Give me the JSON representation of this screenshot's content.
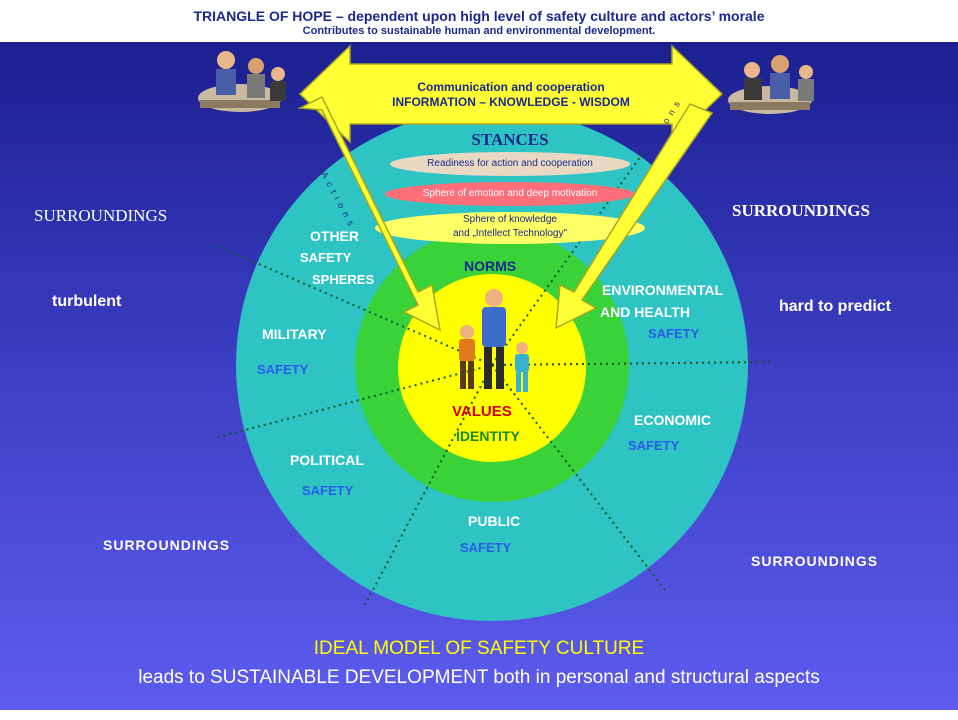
{
  "header": {
    "title": "TRIANGLE OF HOPE – dependent upon high level of safety culture and actors’ morale",
    "subtitle": "Contributes to sustainable human and environmental development."
  },
  "arrow": {
    "line1": "Communication and cooperation",
    "line2": "INFORMATION – KNOWLEDGE - WISDOM",
    "side_label": "Actions"
  },
  "stances": {
    "title": "STANCES",
    "band1": "Readiness for action and cooperation",
    "band2": "Sphere of emotion and deep motivation",
    "band3_line1": "Sphere of knowledge",
    "band3_line2": "and „Intellect Technology\""
  },
  "rings": {
    "other_line1": "OTHER",
    "other_line2": "SAFETY",
    "other_line3": "SPHERES",
    "norms": "NORMS",
    "env_line1": "ENVIRONMENTAL",
    "env_line2": "AND HEALTH",
    "env_safety": "SAFETY",
    "military": "MILITARY",
    "military_safety": "SAFETY",
    "economic": "ECONOMIC",
    "economic_safety": "SAFETY",
    "political": "POLITICAL",
    "political_safety": "SAFETY",
    "public": "PUBLIC",
    "public_safety": "SAFETY",
    "values": "VALUES",
    "identity": "IDENTITY"
  },
  "surroundings": {
    "top_left": "SURROUNDINGS",
    "top_right": "SURROUNDINGS",
    "bottom_left": "SURROUNDINGS",
    "bottom_right": "SURROUNDINGS",
    "left_word": "turbulent",
    "right_word": "hard to predict"
  },
  "footer": {
    "title": "IDEAL MODEL OF SAFETY  CULTURE",
    "subtitle": "leads to SUSTAINABLE  DEVELOPMENT  both in personal and structural aspects"
  },
  "colors": {
    "outer_ring": "#2ec4c4",
    "middle_ring": "#39d239",
    "inner_circle": "#ffff00",
    "arrow": "#ffff33",
    "footer_title": "#ffff00",
    "values_text": "#cc0000",
    "safety_text": "#2a5ce8"
  }
}
